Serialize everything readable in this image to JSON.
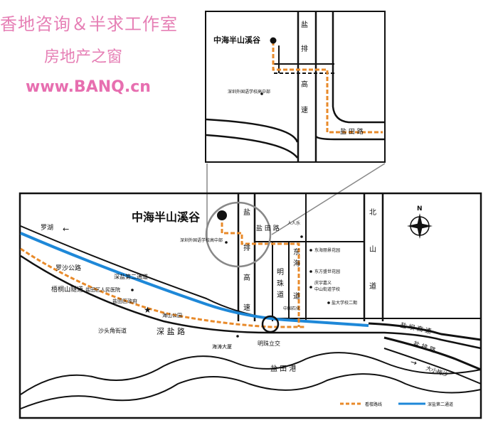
{
  "watermark": {
    "line1": "香地咨询＆半求工作室",
    "line2": "房地产之窗",
    "line3": "www.BANQ.cn"
  },
  "inset": {
    "project": "中海半山溪谷",
    "school": "深圳外国语学校高中部",
    "road_v1": "盐",
    "road_v2": "排",
    "road_v3": "高",
    "road_v4": "速",
    "road_h": "盐 田 路"
  },
  "map": {
    "project": "中海半山溪谷",
    "to_luohu": "罗湖",
    "luosha": "罗沙公路",
    "shenyan2_upper": "深盐第二通道",
    "lianhua": "梧桐山隧道",
    "hospital": "盐田区人民医院",
    "gov": "盐田区政府",
    "haishan_park": "海山公园",
    "shatoujiao": "沙头角街道",
    "shenyan_road": "深 盐 路",
    "haitao": "海涛大厦",
    "mingzhu_jiao": "明珠立交",
    "school_main": "深圳外国语学校高中部",
    "yantian_road_main": "盐 田 路",
    "yanpai_1": "盐",
    "yanpai_2": "排",
    "yanpai_3": "高",
    "yanpai_4": "速",
    "mingzhu_1": "明",
    "mingzhu_2": "珠",
    "mingzhu_3": "道",
    "donghai_1": "东",
    "donghai_2": "海",
    "donghai_3": "道",
    "renmin": "人人乐",
    "donghai_garden": "东海丽景花园",
    "dongfang": "东方盛世花园",
    "hotel": "庆宇嘉义",
    "school2": "中山街道学校",
    "sinopec": "中国石化",
    "xingbu": "盐大学校二期",
    "beishan_1": "北",
    "beishan_2": "山",
    "beishan_3": "道",
    "north": "N",
    "yanba": "盐 坝 高 速",
    "yanpai_road": "盐 排 路",
    "to_dameisha": "大小梅沙",
    "yantian_port": "盐 田 港",
    "legend_orange": "看楼路线",
    "legend_blue": "深盐第二通道"
  },
  "colors": {
    "route": "#e88a2a",
    "blue_road": "#1e88d8",
    "road": "#111111",
    "watermark": "#e67fb5"
  }
}
